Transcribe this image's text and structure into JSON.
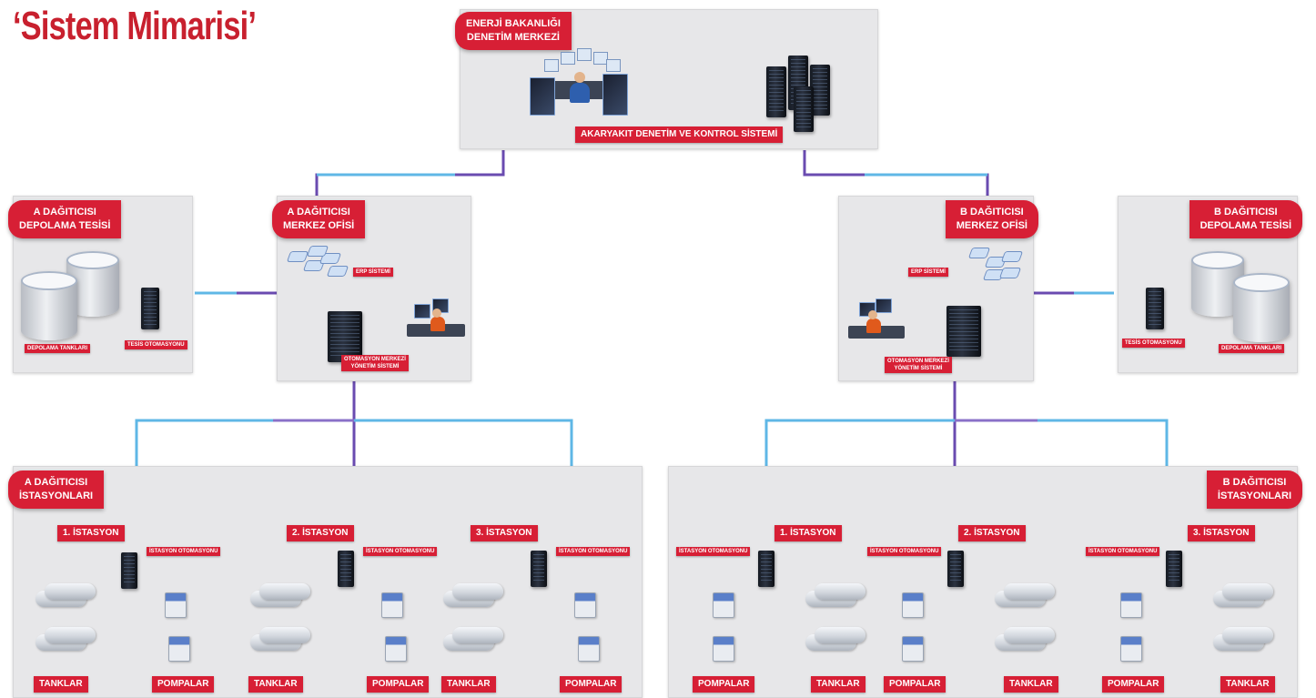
{
  "title": "‘Sistem Mimarisi’",
  "center": {
    "tab": [
      "ENERJİ BAKANLIĞI",
      "DENETİM MERKEZİ"
    ],
    "system_label": "AKARYAKIT DENETİM VE KONTROL SİSTEMİ"
  },
  "a_office": {
    "tab": [
      "A DAĞITICISI",
      "MERKEZ OFİSİ"
    ],
    "erp_label": "ERP SİSTEMİ",
    "management_label": [
      "OTOMASYON MERKEZİ",
      "YÖNETİM SİSTEMİ"
    ]
  },
  "b_office": {
    "tab": [
      "B DAĞITICISI",
      "MERKEZ OFİSİ"
    ],
    "erp_label": "ERP SİSTEMİ",
    "management_label": [
      "OTOMASYON MERKEZİ",
      "YÖNETİM SİSTEMİ"
    ]
  },
  "a_storage": {
    "tab": [
      "A DAĞITICISI",
      "DEPOLAMA TESİSİ"
    ],
    "tanks_label": "DEPOLAMA TANKLARI",
    "automation_label": "TESİS OTOMASYONU"
  },
  "b_storage": {
    "tab": [
      "B DAĞITICISI",
      "DEPOLAMA TESİSİ"
    ],
    "tanks_label": "DEPOLAMA TANKLARI",
    "automation_label": "TESİS OTOMASYONU"
  },
  "a_stations": {
    "tab": [
      "A DAĞITICISI",
      "İSTASYONLARI"
    ],
    "stations": [
      {
        "name": "1. İSTASYON",
        "automation": "İSTASYON OTOMASYONU",
        "tanks": "TANKLAR",
        "pumps": "POMPALAR"
      },
      {
        "name": "2. İSTASYON",
        "automation": "İSTASYON OTOMASYONU",
        "tanks": "TANKLAR",
        "pumps": "POMPALAR"
      },
      {
        "name": "3. İSTASYON",
        "automation": "İSTASYON OTOMASYONU",
        "tanks": "TANKLAR",
        "pumps": "POMPALAR"
      }
    ]
  },
  "b_stations": {
    "tab": [
      "B DAĞITICISI",
      "İSTASYONLARI"
    ],
    "stations": [
      {
        "name": "1. İSTASYON",
        "automation": "İSTASYON OTOMASYONU",
        "tanks": "TANKLAR",
        "pumps": "POMPALAR"
      },
      {
        "name": "2. İSTASYON",
        "automation": "İSTASYON OTOMASYONU",
        "tanks": "TANKLAR",
        "pumps": "POMPALAR"
      },
      {
        "name": "3. İSTASYON",
        "automation": "İSTASYON OTOMASYONU",
        "tanks": "TANKLAR",
        "pumps": "POMPALAR"
      }
    ]
  },
  "colors": {
    "accent_red": "#d71f35",
    "title_red": "#c8202e",
    "line_purple": "#6a4bb0",
    "line_blue": "#5fb7e6",
    "panel_gray": "#e7e7e9"
  }
}
